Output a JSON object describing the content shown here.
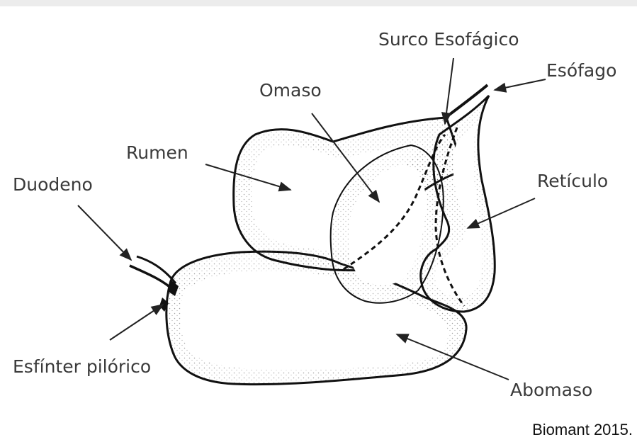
{
  "labels": {
    "surco": "Surco Esofágico",
    "esofago": "Esófago",
    "omaso": "Omaso",
    "rumen": "Rumen",
    "duodeno": "Duodeno",
    "reticulo": "Retículo",
    "esfinter": "Esfínter pilórico",
    "abomaso": "Abomaso"
  },
  "caption": "Biomant 2015.",
  "colors": {
    "outline": "#111111",
    "stipple": "#555555",
    "text": "#3a3a3a"
  }
}
